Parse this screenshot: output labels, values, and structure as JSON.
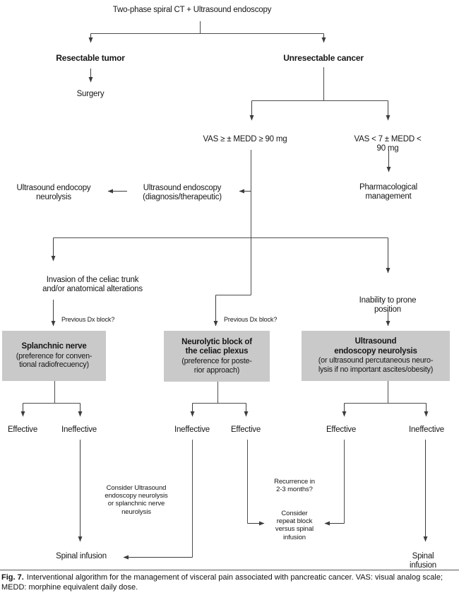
{
  "colors": {
    "box_fill": "#c9c9c9",
    "line": "#3c3c3c",
    "text": "#161616"
  },
  "flowchart": {
    "root": "Two-phase spiral CT + Ultrasound endoscopy",
    "resectable": "Resectable tumor",
    "surgery": "Surgery",
    "unresectable": "Unresectable cancer",
    "vas_high": "VAS ≥ ± MEDD ≥ 90 mg",
    "vas_low": "VAS < 7 ± MEDD < 90 mg",
    "us_endoscopy_neurolysis": "Ultrasound endocopy\nneurolysis",
    "us_endoscopy_diagnostic": "Ultrasound endoscopy\n(diagnosis/therapeutic)",
    "pharmacological": "Pharmacological\nmanagement",
    "invasion": "Invasion of the celiac trunk\nand/or anatomical alterations",
    "inability": "Inability to prone position",
    "previous_dx_block_left": "Previous Dx block?",
    "previous_dx_block_middle": "Previous Dx block?",
    "box_splanchnic": {
      "title": "Splanchnic nerve",
      "sub": "(preference for conven-\ntional radiofrecuency)"
    },
    "box_neurolytic": {
      "title": "Neurolytic block of\nthe celiac plexus",
      "sub": "(preference for poste-\nrior approach)"
    },
    "box_us_neurolysis": {
      "title": "Ultrasound\nendoscopy neurolysis",
      "sub": "(or ultrasound percutaneous neuro-\nlysis if no important ascites/obesity)"
    },
    "outcomes": {
      "splanchnic_effective": "Effective",
      "splanchnic_ineffective": "Ineffective",
      "neurolytic_ineffective": "Ineffective",
      "neurolytic_effective": "Effective",
      "us_effective": "Effective",
      "us_ineffective": "Ineffective"
    },
    "consider_us_neurolysis": "Consider Ultrasound\nendoscopy neurolysis\nor splanchnic nerve\nneurolysis",
    "recurrence": "Recurrence in\n2-3 months?",
    "consider_repeat": "Consider\nrepeat block\nversus spinal\ninfusion",
    "spinal_infusion_left": "Spinal infusion",
    "spinal_infusion_right": "Spinal infusion"
  },
  "caption": {
    "label": "Fig. 7.",
    "text": "Interventional algorithm for the management of visceral pain associated with pancreatic cancer. VAS: visual analog scale; MEDD: morphine equivalent daily dose."
  }
}
